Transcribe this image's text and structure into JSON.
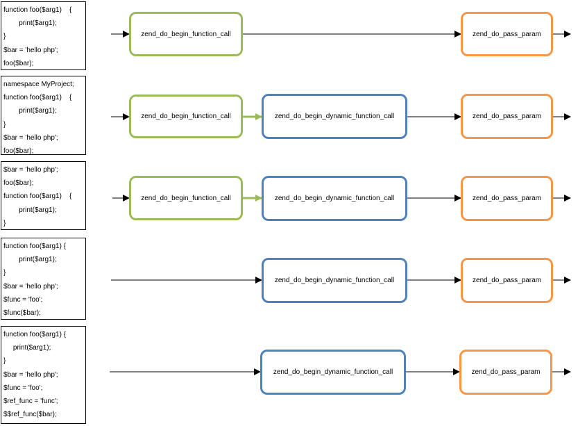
{
  "colors": {
    "green": "#9bbb59",
    "blue": "#4f81bd",
    "orange": "#f79646",
    "line": "#000000"
  },
  "nodes": {
    "begin": "zend_do_begin_function_call",
    "dynamic": "zend_do_begin_dynamic_function_call",
    "pass": "zend_do_pass_param"
  },
  "rows": [
    {
      "code": [
        "function foo($arg1)    {",
        "        print($arg1);",
        "}",
        "$bar = 'hello php';",
        "foo($bar);"
      ]
    },
    {
      "code": [
        "namespace MyProject;",
        "function foo($arg1)    {",
        "        print($arg1);",
        "}",
        "$bar = 'hello php';",
        "foo($bar);"
      ]
    },
    {
      "code": [
        "$bar = 'hello php';",
        "foo($bar);",
        "function foo($arg1)    {",
        "        print($arg1);",
        "}"
      ]
    },
    {
      "code": [
        "function foo($arg1) {",
        "        print($arg1);",
        "}",
        "$bar = 'hello php';",
        "$func = 'foo';",
        "$func($bar);"
      ]
    },
    {
      "code": [
        "function foo($arg1) {",
        "     print($arg1);",
        "}",
        "$bar = 'hello php';",
        "$func = 'foo';",
        "$ref_func = 'func';",
        "$$ref_func($bar);"
      ]
    }
  ]
}
